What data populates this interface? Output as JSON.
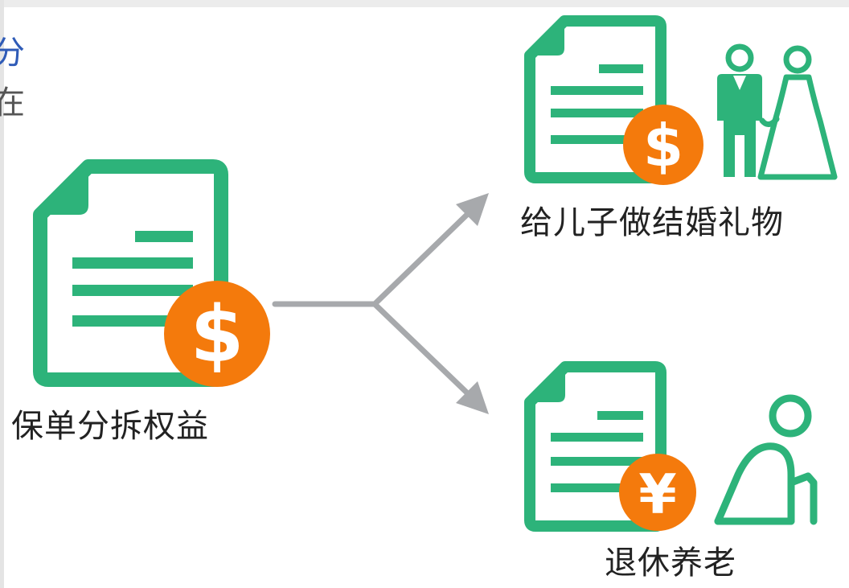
{
  "clipped_text": {
    "line1": "分",
    "line2": "在"
  },
  "nodes": {
    "source": {
      "label": "保单分拆权益",
      "coin_symbol": "$",
      "icon": "document-icon"
    },
    "wedding": {
      "label": "给儿子做结婚礼物",
      "coin_symbol": "$",
      "icon": "document-icon",
      "figure_icon": "bride-groom-icon"
    },
    "retirement": {
      "label": "退休养老",
      "coin_symbol": "¥",
      "icon": "document-icon",
      "figure_icon": "elderly-person-icon"
    }
  },
  "colors": {
    "green": "#2db37a",
    "orange": "#f47a0c",
    "arrow_gray": "#a7a9ac",
    "text": "#222222",
    "link_blue": "#2f5bb7"
  }
}
